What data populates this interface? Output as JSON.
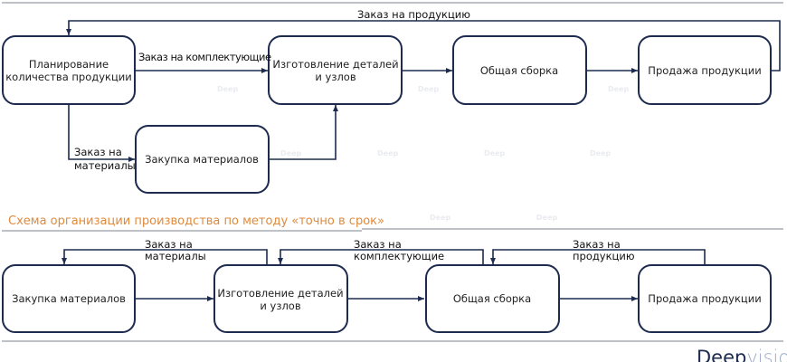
{
  "colors": {
    "box_stroke": "#1d2b4f",
    "title": "#e08a3c",
    "rule": "#a9adb3"
  },
  "top_diagram": {
    "nodes": {
      "planning": [
        "Планирование",
        "количества продукции"
      ],
      "manufacturing": [
        "Изготовление деталей",
        "и узлов"
      ],
      "assembly": "Общая сборка",
      "sales": "Продажа продукции",
      "purchasing": "Закупка материалов"
    },
    "edges": {
      "order_product": "Заказ на продукцию",
      "order_components": "Заказ на комплектующие",
      "order_materials": [
        "Заказ на",
        "материалы"
      ]
    }
  },
  "section_title": "Схема организации производства по методу «точно в срок»",
  "bottom_diagram": {
    "nodes": {
      "purchasing": "Закупка материалов",
      "manufacturing": [
        "Изготовление деталей",
        "и узлов"
      ],
      "assembly": "Общая сборка",
      "sales": "Продажа продукции"
    },
    "edges": {
      "order_materials": [
        "Заказ на",
        "материалы"
      ],
      "order_components": [
        "Заказ на",
        "комплектующие"
      ],
      "order_product": [
        "Заказ на",
        "продукцию"
      ]
    }
  },
  "watermark": "Deep",
  "logo": {
    "part1": "Deep",
    "part2": "vision"
  }
}
